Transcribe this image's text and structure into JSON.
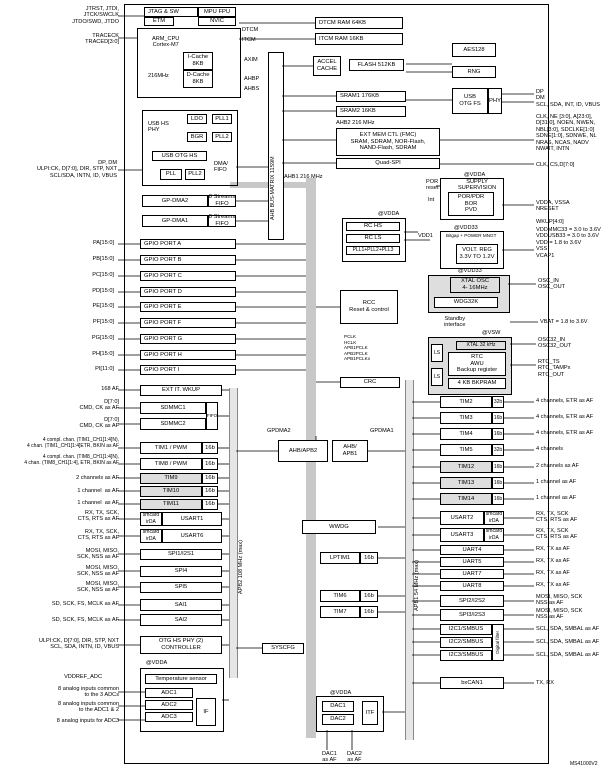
{
  "left_signals": {
    "jtag_top": "JTRST, JTDI,\nJTCK/SWCLK\nJTDO/SWD, JTDO",
    "trace": "TRACECK\nTRACED[3:0]",
    "usb_hs": "DP, DM\nULPI:CK, D[7:0], DIR, STP, NXT\nSCL/SDA, INTN, ID, VBUS",
    "pa": "PA[15:0]",
    "pb": "PB[15:0]",
    "pc": "PC[15:0]",
    "pd": "PD[15:0]",
    "pe": "PE[15:0]",
    "pf": "PF[15:0]",
    "pg": "PG[15:0]",
    "ph": "PH[15:0]",
    "pi": "PI[11:0]",
    "exti": "168 AF",
    "sdmmc": "D[7:0]\nCMD, CK as AF",
    "sdmmc2": "D[7:0]\nCMD, CK as AF",
    "tim1": "4 compl. chan. (TIM1_CH1[1:4]N),\n4 chan. (TIM1_CH1[1:4]ETR, BKIN as AF",
    "tim8": "4 compl. chan. (TIM8_CH1[1:4]N),\n4 chan. (TIM8_CH1[1:4], ETR, BKIN as AF",
    "tim9": "2 channels as AF",
    "tim10": "1 channel  as AF",
    "tim11": "1 channel  as AF",
    "usart1": "RX, TX, SCK,\nCTS, RTS as AF",
    "usart6": "RX, TX, SCK,\nCTS, RTS as AF",
    "spi1": "MOSI, MISO,\nSCK, NSS as AF",
    "spi4": "MOSI, MISO,\nSCK, NSS as AF",
    "spi5": "MOSI, MISO,\nSCK, NSS as AF",
    "sai1": "SD, SCK, FS, MCLK as AF",
    "sai2": "SD, SCK, FS, MCLK as AF",
    "otg_hs": "ULPI:CK, D[7:0], DIR, STP, NXT\nSCL, SDA, INTN, ID, VBUS",
    "vddref": "VDDREF_ADC",
    "adc1": "8 analog inputs common\nto the 3 ADCs",
    "adc2": "8 analog inputs common\nto the ADC1 & 2",
    "adc3": "8 analog inputs for ADC3",
    "dac": "DAC1\nas AF",
    "dac2": "DAC2\nas AF"
  },
  "right_signals": {
    "usb_fs": "DP\nDM\nSCL, SDA, INT, ID, VBUS",
    "fmc": "CLK, NE [3:0], A[23:0],\nD[31:0], NOEN, NWEN,\nNBL[3:0], SDCLKE[1:0]\nSDNE[1:0], SDNWE, NL\nNRAS, NCAS, NADV\nNWAIT, INTN",
    "quadspi": "CLK, CS,D[7:0]",
    "supply": "VDDA, VSSA\nNRESET",
    "wkup": "WKUP[4:0]",
    "vdd": "VDDMMC33 = 3.0 to 3.6V\nVDDUSB33 = 3.0 to 3.6V\nVDD = 1.8 to 3.6V\nVSS\nVCAP1",
    "osc": "OSC_IN\nOSC_OUT",
    "vbat": "VBAT = 1.8 to 3.6V",
    "osc32": "OSC32_IN\nOSC32_OUT",
    "rtc": "RTC_TS\nRTC_TAMPx\nRTC_OUT",
    "tim2": "4 channels, ETR as AF",
    "tim3": "4 channels, ETR as AF",
    "tim4": "4 channels, ETR as AF",
    "tim5": "4 channels",
    "tim12": "2 channels as AF",
    "tim13": "1 channel as AF",
    "tim14": "1 channel as AF",
    "usart2": "RX, TX, SCK\nCTS, RTS as AF",
    "usart3": "RX, TX, SCK\nCTS, RTS as AF",
    "uart4": "RX, TX as AF",
    "uart5": "RX, TX as AF",
    "uart7": "RX, TX as AF",
    "uart8": "RX, TX as AF",
    "spi2": "MOSI, MISO, SCK\nNSS as AF",
    "spi3": "MOSI, MISO, SCK\nNSS as AF",
    "i2c1": "SCL, SDA, SMBAL as AF",
    "i2c2": "SCL, SDA, SMBAL as AF",
    "i2c3": "SCL, SDA, SMBAL as AF",
    "can": "TX, RX"
  },
  "blocks": {
    "jtag": "JTAG & SW",
    "mpu": "MPU FPU",
    "etm": "ETM",
    "nvic": "NVIC",
    "cpu": "ARM_CPU\nCortex-M7",
    "freq": "216MHz",
    "icache": "I-Cache\n8KB",
    "dcache": "D-Cache\n8KB",
    "dtcm": "DTCM",
    "itcm": "ITCM",
    "axim": "AXIM",
    "ahbp": "AHBP",
    "ahbs": "AHBS",
    "dtcm_ram": "DTCM RAM 64KB",
    "itcm_ram": "ITCM RAM 16KB",
    "accel": "ACCEL\nCACHE",
    "flash": "FLASH 512KB",
    "aes": "AES128",
    "rng": "RNG",
    "usb_otg_fs": "USB\nOTG FS",
    "sram1": "SRAM1 176KB",
    "sram2": "SRAM2 16KB",
    "ahb2": "AHB2 216 MHz",
    "fmc": "EXT MEM CTL (FMC)\nSRAM, SDRAM, NOR-Flash,\nNAND-Flash, SDRAM",
    "quadspi": "Quad-SPI",
    "usb_hs_phy": "USB HS\nPHY",
    "ldo": "LDO",
    "pll1": "PLL1",
    "bgr": "BGR",
    "pll2": "PLL2",
    "usb_otg_hs": "USB OTG HS",
    "pll": "PLL",
    "dma_fifo": "DMA/\nFIFO",
    "gpdma2": "GP-DMA2",
    "gpdma1": "GP-DMA1",
    "streams": "8 Streams\nFIFO",
    "matrix": "AHB BUS-MATRIX 11S9M",
    "ahb1": "AHB1 216 MHz",
    "gpio_a": "GPIO PORT A",
    "gpio_b": "GPIO PORT B",
    "gpio_c": "GPIO PORT C",
    "gpio_d": "GPIO PORT D",
    "gpio_e": "GPIO PORT E",
    "gpio_f": "GPIO PORT F",
    "gpio_g": "GPIO PORT G",
    "gpio_h": "GPIO PORT H",
    "gpio_i": "GPIO PORT I",
    "exti": "EXT IT. WKUP",
    "sdmmc1": "SDMMC1",
    "sdmmc2": "SDMMC2",
    "fifo": "FIFO",
    "tim1": "TIM1 / PWM",
    "tim8": "TIM8 / PWM",
    "tim9": "TIM9",
    "tim10": "TIM10",
    "tim11": "TIM11",
    "b16": "16b",
    "usart1": "USART1",
    "usart6": "USART6",
    "smartcard": "smcard\nirDA",
    "spi1": "SPI1/I2S1",
    "spi4": "SPI4",
    "spi5": "SPI5",
    "sai1": "SAI1",
    "sai2": "SAI2",
    "otg_phy": "OTG HS PHY (2)\nCONTROLLER",
    "syscfg": "SYSCFG",
    "vdda": "@VDDA",
    "temp": "Temperature sensor",
    "adc1": "ADC1",
    "adc2": "ADC2",
    "adc3": "ADC3",
    "if": "IF",
    "dac1": "DAC1",
    "dac2": "DAC2",
    "itf": "ITF",
    "rc_hs": "RC HS",
    "rc_ls": "RC LS",
    "plls": "PLL1+PLL2+PLL3",
    "rcc": "RCC\nReset & control",
    "clocks": "PCLK\nHCLK\nAPB1PCLK\nAPB2PCLK\nAPB1PCLKx",
    "crc": "CRC",
    "por": "POR/PDR\nBOR\nPVD",
    "supply_sup": "SUPPLY\nSUPERVISION",
    "vdd33": "@VDD33",
    "bitgap": "Bitgap + POWER MNGT",
    "volt_reg": "VOLT. REG\n3.3V TO 1.2V",
    "xtal_osc": "XTAL OSC\n4- 16MHz",
    "wdg32": "WDG32K",
    "standby": "Standby\ninterface",
    "vsw": "@VSW",
    "xtal32": "XTAL 32 kHz",
    "rtc": "RTC\nAWU\nBackup register",
    "bkpram": "4 KB BKPRAM",
    "apb2_bridge": "AHB/APB2",
    "apb1_bridge": "AHB/\nAPB1",
    "gpdma2_lab": "GPDMA2",
    "gpdma1_lab": "GPDMA1",
    "wwdg": "WWDG",
    "lptim1": "LPTIM1",
    "tim6": "TIM6",
    "tim7": "TIM7",
    "tim2": "TIM2",
    "tim3": "TIM3",
    "tim4": "TIM4",
    "tim5": "TIM5",
    "tim12": "TIM12",
    "tim13": "TIM13",
    "tim14": "TIM14",
    "b32": "32b",
    "usart2": "USART2",
    "usart3": "USART3",
    "uart4": "UART4",
    "uart5": "UART5",
    "uart7": "UART7",
    "uart8": "UART8",
    "spi2": "SPI2/I2S2",
    "spi3": "SPI3/I2S3",
    "i2c1": "I2C1/SMBUS",
    "i2c2": "I2C2/SMBUS",
    "i2c3": "I2C3/SMBUS",
    "digital_filter": "Digital filter",
    "bxcan": "bxCAN1",
    "apb1_bus": "APB1 54 MHz (max)",
    "apb2_bus": "APB2 108 MHz (max)",
    "ls": "LS",
    "mc_id": "MS41000V2",
    "int": "Int",
    "por_reset": "POR\nreset",
    "vdd1": "VDD1",
    "vddup": "VDDA"
  },
  "colors": {
    "bus": "#c8c8c8",
    "block_gray": "#dedede",
    "dark_gray": "#bfbfbf"
  }
}
